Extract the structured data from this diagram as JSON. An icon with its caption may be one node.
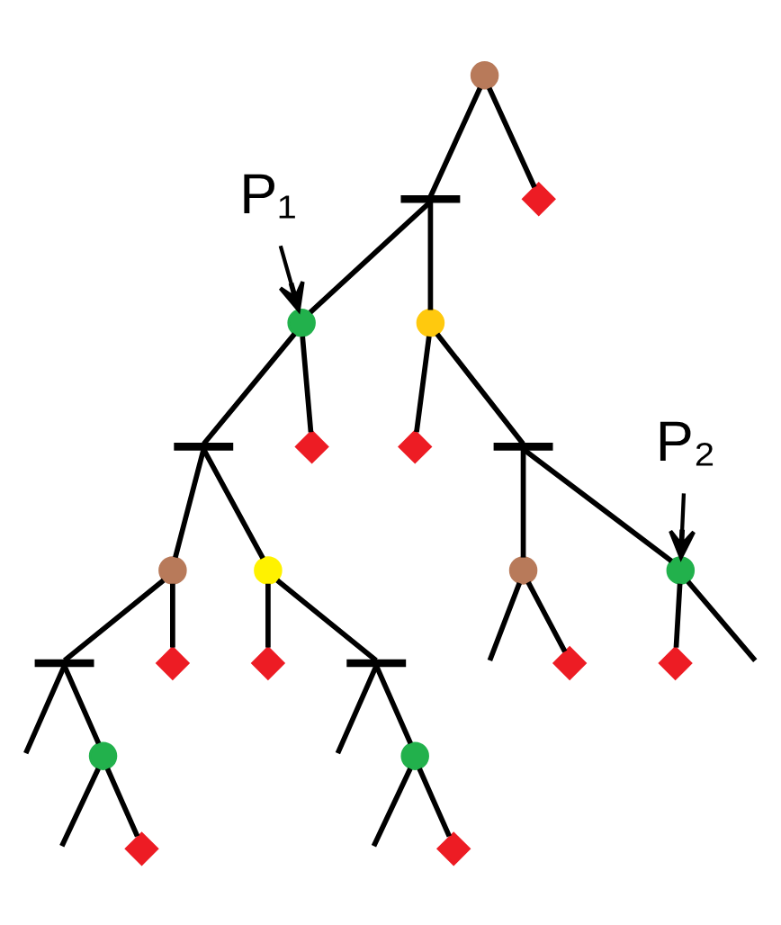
{
  "diagram": {
    "nodes": [
      {
        "text": [],
        "shape": "circle"
      },
      {
        "text": [],
        "shape": "bar"
      },
      {
        "text": [],
        "shape": "cross"
      },
      {
        "text": [],
        "shape": "circle"
      },
      {
        "text": [],
        "shape": "circle"
      },
      {
        "text": [],
        "shape": "bar"
      },
      {
        "text": [],
        "shape": "cross"
      },
      {
        "text": [],
        "shape": "cross"
      },
      {
        "text": [],
        "shape": "bar"
      },
      {
        "text": [],
        "shape": "circle"
      },
      {
        "text": [],
        "shape": "circle"
      },
      {
        "text": [],
        "shape": "circle"
      },
      {
        "text": [],
        "shape": "circle"
      },
      {
        "text": [],
        "shape": "bar"
      },
      {
        "text": [],
        "shape": "cross"
      },
      {
        "text": [],
        "shape": "cross"
      },
      {
        "text": [],
        "shape": "bar"
      },
      {
        "text": [],
        "shape": "cross"
      },
      {
        "text": [],
        "shape": "cross"
      },
      {
        "text": [],
        "shape": "circle"
      },
      {
        "text": [],
        "shape": "circle"
      },
      {
        "text": [],
        "shape": "cross"
      },
      {
        "text": [],
        "shape": "cross"
      },
      {
        "text": [
          "P₁"
        ]
      },
      {
        "text": [
          "P₂"
        ]
      }
    ],
    "edges": [
      {
        "from": 0,
        "to": 1,
        "arrow": "none"
      },
      {
        "from": 0,
        "to": 2,
        "arrow": "none"
      },
      {
        "from": 1,
        "to": 3,
        "arrow": "none"
      },
      {
        "from": 1,
        "to": 4,
        "arrow": "none"
      },
      {
        "from": 3,
        "to": 5,
        "arrow": "none"
      },
      {
        "from": 3,
        "to": 6,
        "arrow": "none"
      },
      {
        "from": 4,
        "to": 7,
        "arrow": "none"
      },
      {
        "from": 4,
        "to": 8,
        "arrow": "none"
      },
      {
        "from": 5,
        "to": 9,
        "arrow": "none"
      },
      {
        "from": 5,
        "to": 10,
        "arrow": "none"
      },
      {
        "from": 8,
        "to": 11,
        "arrow": "none"
      },
      {
        "from": 8,
        "to": 12,
        "arrow": "none"
      },
      {
        "from": 9,
        "to": 13,
        "arrow": "none"
      },
      {
        "from": 9,
        "to": 14,
        "arrow": "none"
      },
      {
        "from": 10,
        "to": 15,
        "arrow": "none"
      },
      {
        "from": 10,
        "to": 16,
        "arrow": "none"
      },
      {
        "from": 11,
        "to": null,
        "arrow": "none"
      },
      {
        "from": 11,
        "to": 17,
        "arrow": "none"
      },
      {
        "from": 12,
        "to": 18,
        "arrow": "none"
      },
      {
        "from": 12,
        "to": null,
        "arrow": "none"
      },
      {
        "from": 13,
        "to": null,
        "arrow": "none"
      },
      {
        "from": 13,
        "to": 19,
        "arrow": "none"
      },
      {
        "from": 16,
        "to": null,
        "arrow": "none"
      },
      {
        "from": 16,
        "to": 20,
        "arrow": "none"
      },
      {
        "from": 19,
        "to": null,
        "arrow": "none"
      },
      {
        "from": 19,
        "to": 21,
        "arrow": "none"
      },
      {
        "from": 20,
        "to": null,
        "arrow": "none"
      },
      {
        "from": 20,
        "to": 22,
        "arrow": "none"
      },
      {
        "from": 23,
        "to": 3,
        "arrow": "to"
      },
      {
        "from": 24,
        "to": 12,
        "arrow": "to"
      }
    ]
  }
}
